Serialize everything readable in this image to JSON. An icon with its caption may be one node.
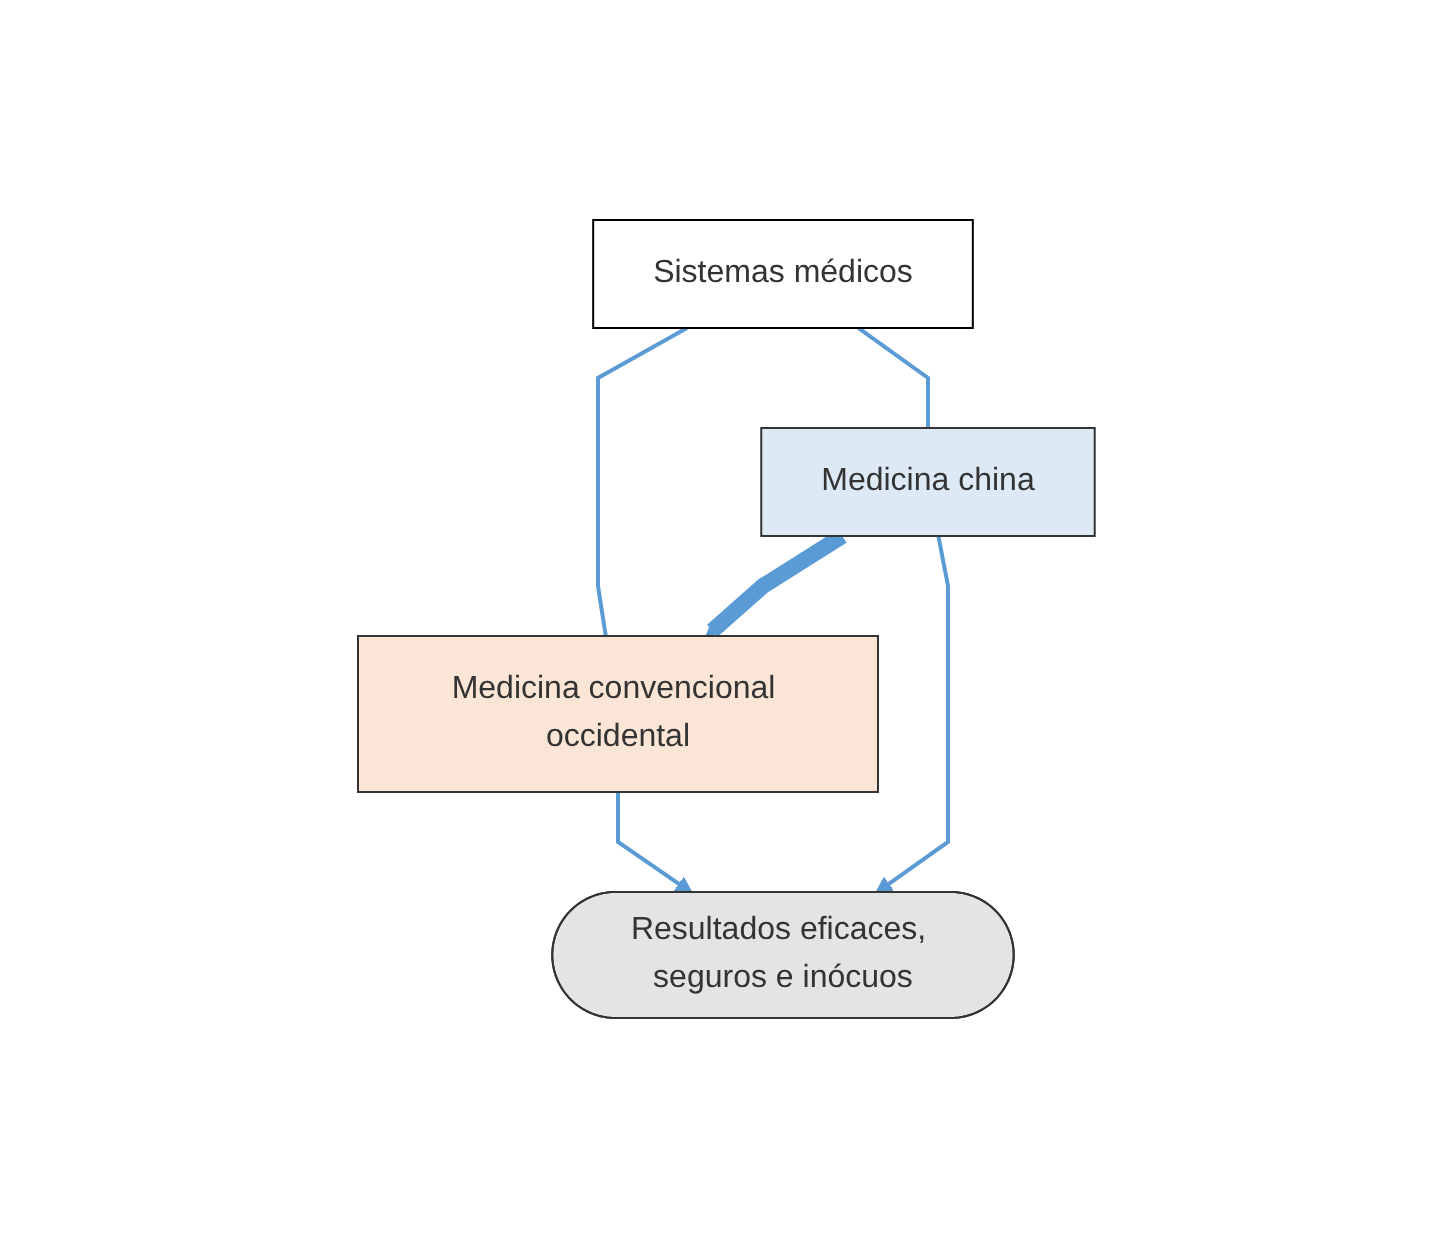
{
  "diagram": {
    "nodes": [
      {
        "text": [
          "Sistemas médicos"
        ]
      },
      {
        "text": [
          "Medicina convencional occidental"
        ]
      },
      {
        "text": [
          "Medicina china"
        ]
      },
      {
        "text": [
          "Resultados eficaces, seguros e inócuos"
        ]
      }
    ],
    "edges": [
      {
        "from": 0,
        "to": 1,
        "arrow": "none"
      },
      {
        "from": 0,
        "to": 2,
        "arrow": "none"
      },
      {
        "from": 1,
        "to": 3,
        "arrow": "to"
      },
      {
        "from": 2,
        "to": 3,
        "arrow": "to"
      },
      {
        "from": 2,
        "to": 1,
        "arrow": "to",
        "style": "thick"
      }
    ]
  }
}
